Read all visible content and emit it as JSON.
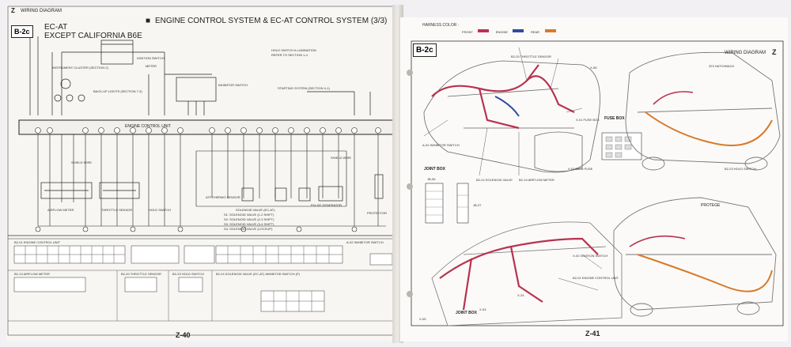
{
  "left_page": {
    "header_small": "WIRING DIAGRAM",
    "header_letter": "Z",
    "section_tag": "B-2c",
    "system_line1": "EC-AT",
    "system_line2": "EXCEPT CALIFORNIA B6E",
    "title": "ENGINE CONTROL SYSTEM & EC-AT CONTROL SYSTEM (3/3)",
    "hold_note_1": "HOLD SWITCH ILLUMINATION",
    "hold_note_2": "REFER TO SECTION 1-4",
    "ignition_switch": "IGNITION SWITCH",
    "meter": "METER",
    "instrument_cluster": "INSTRUMENT CLUSTER (SECTION 2)",
    "backup_lights": "BACK-UP LIGHTS (SECTION 7-3)",
    "inhibitor_switch": "INHIBITOR SWITCH",
    "starting_system": "STARTING SYSTEM (SECTION 4-1)",
    "ecu_label": "ENGINE CONTROL UNIT",
    "shield_wire": "SHIELD WIRE",
    "airflow_meter": "AIRFLOW METER",
    "throttle_sensor": "THROTTLE SENSOR",
    "hold_switch": "HOLD SWITCH",
    "atf_thermo": "ATF THERMO SENSOR",
    "solenoid_valve": "SOLENOID VALVE (EC-AT)",
    "pulse_generator": "PULSE GENERATOR",
    "protector": "PROTECTOR",
    "legend": [
      "S1: SOLENOID VALVE (1-2 SHIFT)",
      "S2: SOLENOID VALVE (2-3 SHIFT)",
      "S3: SOLENOID VALVE (3-4 SHIFT)",
      "S4: SOLENOID VALVE (LOCKUP)"
    ],
    "conn_labels": [
      "B2-01 ENGINE CONTROL UNIT",
      "A-02 INHIBITOR SWITCH",
      "B2-19 AIRFLOW METER",
      "B2-20 THROTTLE SENSOR",
      "B2-23 HOLD SWITCH",
      "B2-24 SOLENOID VALVE (EC-AT) INHIBITOR SWITCH (P)"
    ],
    "page_number": "Z-40"
  },
  "right_page": {
    "harness_color_label": "HARNESS COLOR :",
    "harness_colors": [
      {
        "name": "FRONT",
        "color": "#c0304f"
      },
      {
        "name": "ENGINE",
        "color": "#2d4c9e"
      },
      {
        "name": "REAR",
        "color": "#d77a2a"
      }
    ],
    "header_small": "WIRING DIAGRAM",
    "header_letter": "Z",
    "section_tag": "B-2c",
    "fuse_box": "FUSE BOX",
    "joint_box": "JOINT BOX",
    "hatchback": "323 HATCHBACK",
    "protege": "PROTEGE",
    "connectors": [
      "A-02 INHIBITOR SWITCH",
      "X-01 MAIN FUSE",
      "X-01 FUSE BOX",
      "X-06",
      "JB-06",
      "JB-07",
      "B2-20 THROTTLE SENSOR",
      "B2-24 SOLENOID VALVE",
      "B2-19 AIRFLOW METER",
      "B2-23 HOLD SWITCH",
      "X-02 IGNITION SWITCH",
      "B2-01 ENGINE CONTROL UNIT",
      "X-24",
      "X-03",
      "X-05"
    ],
    "page_number": "Z-41"
  }
}
